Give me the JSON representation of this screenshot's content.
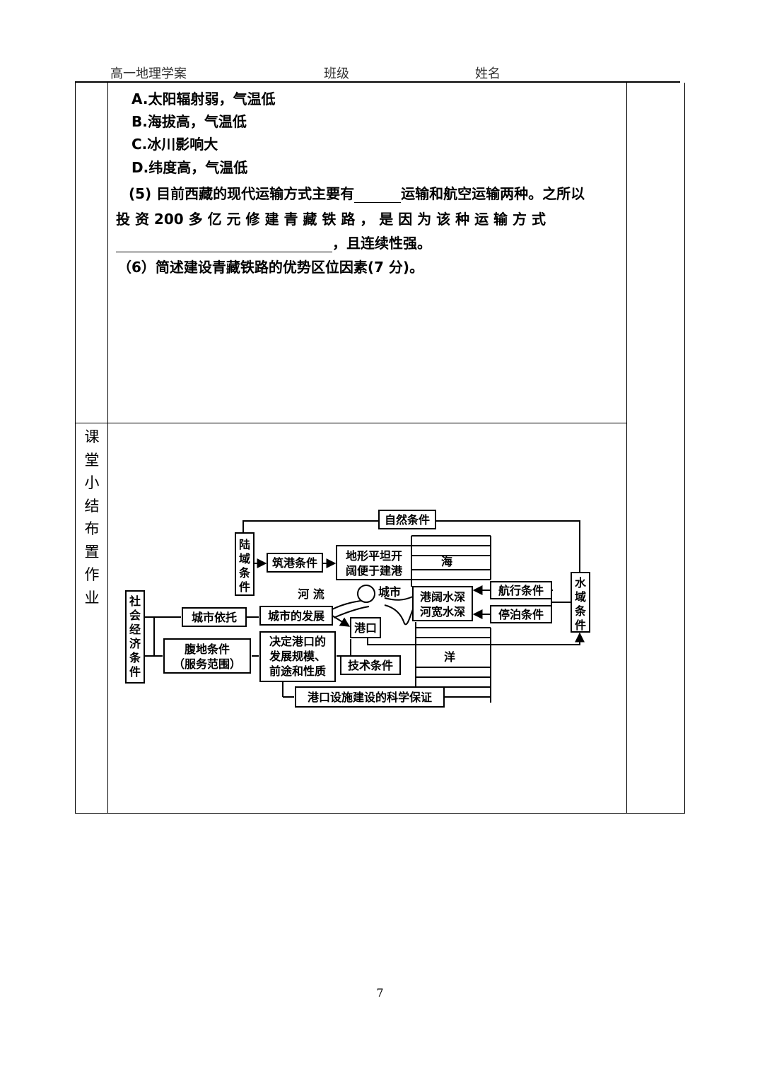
{
  "header": {
    "subject": "高一地理学案",
    "class_label": "班级",
    "name_label": "姓名"
  },
  "options": [
    "A.太阳辐射弱，气温低",
    "B.海拔高，气温低",
    "C.冰川影响大",
    "D.纬度高，气温低"
  ],
  "question5": {
    "part1": "(5)  目前西藏的现代运输方式主要有",
    "part2": "运输和航空运输两种。之所以",
    "line2": "投 资 200    多 亿 元 修 建 青 藏 铁 路 ， 是 因 为 该 种 运 输 方 式",
    "line3": "，且连续性强。"
  },
  "question6": "（6）简述建设青藏铁路的优势区位因素(7 分)。",
  "section_label": [
    "课",
    "堂",
    "小",
    "结",
    "布",
    "置",
    "作",
    "业"
  ],
  "diagram": {
    "natural": "自然条件",
    "land": [
      "陆",
      "域",
      "条",
      "件"
    ],
    "build": "筑港条件",
    "terrain": [
      "地形平坦开",
      "阔便于建港"
    ],
    "sea": "海",
    "river": "河  流",
    "city": "城市",
    "deep": [
      "港阔水深",
      "河宽水深"
    ],
    "navigation": "航行条件",
    "anchor": "停泊条件",
    "water": [
      "水",
      "域",
      "条",
      "件"
    ],
    "social": [
      "社",
      "会",
      "经",
      "济",
      "条",
      "件"
    ],
    "city_support": "城市依托",
    "city_dev": "城市的发展",
    "port": "港口",
    "hinterland": [
      "腹地条件",
      "（服务范围）"
    ],
    "decides": [
      "决定港口的",
      "发展规模、",
      "前途和性质"
    ],
    "tech": "技术条件",
    "ocean": "洋",
    "guarantee": "港口设施建设的科学保证"
  },
  "page_number": "7"
}
